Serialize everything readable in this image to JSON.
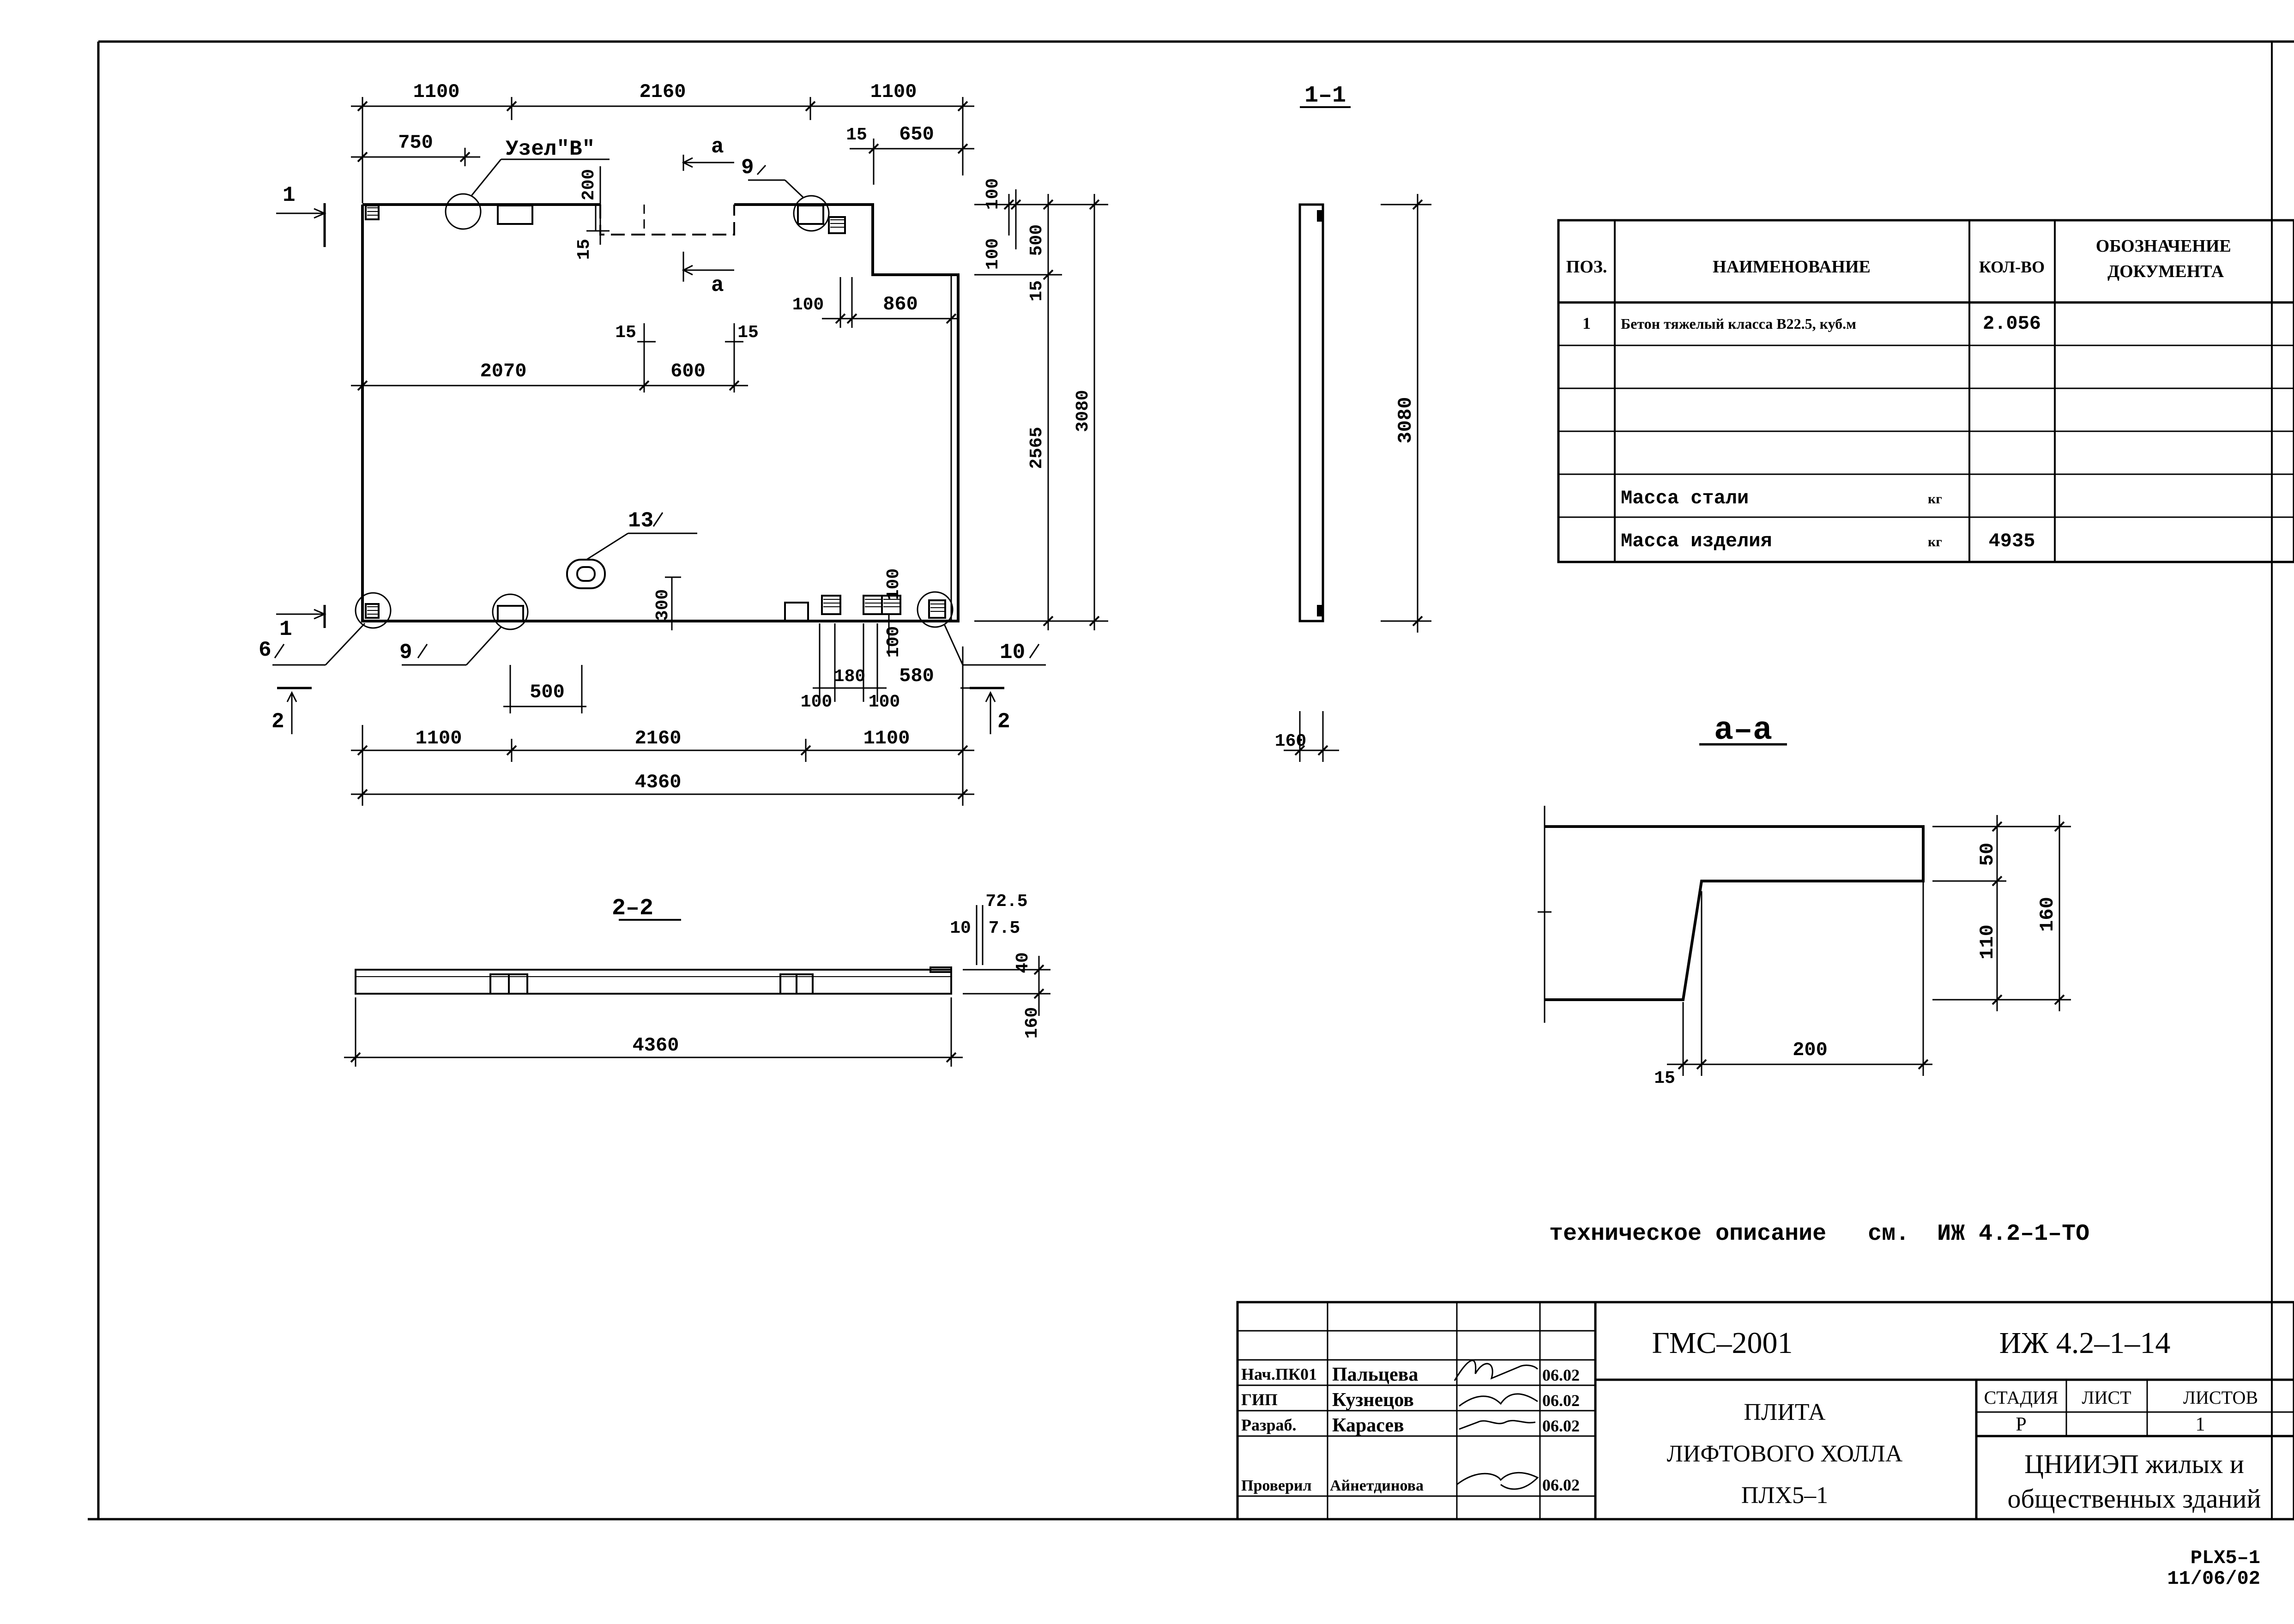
{
  "plan": {
    "dims_top_row1": [
      "1100",
      "2160",
      "1100"
    ],
    "dim_top_750": "750",
    "label_node_b": "Узел\"В\"",
    "section_a_top": "а",
    "section_a_bottom": "а",
    "dim_15_top": "15",
    "dim_650": "650",
    "dim_200": "200",
    "dim_15_left": "15",
    "dim_15_a": "15",
    "dim_15_b": "15",
    "dim_2070": "2070",
    "dim_600": "600",
    "dim_100_mid": "100",
    "dim_860": "860",
    "dim_right_100a": "100",
    "dim_right_100b": "100",
    "dim_right_500": "500",
    "dim_right_15": "15",
    "dim_right_2565": "2565",
    "dim_right_3080": "3080",
    "dim_300": "300",
    "dim_500_bottom": "500",
    "dim_180": "180",
    "dim_100_bl": "100",
    "dim_100_br": "100",
    "dim_580": "580",
    "dim_100_vert": "100",
    "dim_100_vert2": "100",
    "dims_bottom_row": [
      "1100",
      "2160",
      "1100"
    ],
    "dim_total": "4360",
    "cut_1_top": "1",
    "cut_1_bottom": "1",
    "cut_2_left": "2",
    "cut_2_right": "2",
    "pos_6": "6",
    "pos_9_top": "9",
    "pos_9_bottom": "9",
    "pos_10": "10",
    "pos_13": "13"
  },
  "section_22": {
    "title": "2–2",
    "dim_72_5": "72.5",
    "dim_10": "10",
    "dim_7_5": "7.5",
    "dim_40": "40",
    "dim_160": "160",
    "dim_length": "4360"
  },
  "section_11": {
    "title": "1–1",
    "dim_height": "3080",
    "dim_thickness": "160"
  },
  "section_aa": {
    "title": "а–а",
    "dim_50": "50",
    "dim_110": "110",
    "dim_160": "160",
    "dim_15": "15",
    "dim_200": "200"
  },
  "spec_table": {
    "headers": [
      "ПОЗ.",
      "НАИМЕНОВАНИЕ",
      "КОЛ-ВО",
      "ОБОЗНАЧЕНИЕ ДОКУМЕНТА"
    ],
    "rows": [
      {
        "pos": "1",
        "name": "Бетон тяжелый класса В22.5, куб.м",
        "unit": "",
        "qty": "2.056",
        "doc": ""
      },
      {
        "pos": "",
        "name": "",
        "unit": "",
        "qty": "",
        "doc": ""
      },
      {
        "pos": "",
        "name": "",
        "unit": "",
        "qty": "",
        "doc": ""
      },
      {
        "pos": "",
        "name": "",
        "unit": "",
        "qty": "",
        "doc": ""
      },
      {
        "pos": "",
        "name": "Масса стали",
        "unit": "кг",
        "qty": "",
        "doc": ""
      },
      {
        "pos": "",
        "name": "Масса изделия",
        "unit": "кг",
        "qty": "4935",
        "doc": ""
      }
    ]
  },
  "note": "техническое описание   см.  ИЖ 4.2–1–ТО",
  "title_block": {
    "project": "ГМС–2001",
    "doc_code": "ИЖ 4.2–1–14",
    "staff": [
      {
        "role": "Нач.ПК01",
        "name": "Пальцева",
        "date": "06.02"
      },
      {
        "role": "ГИП",
        "name": "Кузнецов",
        "date": "06.02"
      },
      {
        "role": "Разраб.",
        "name": "Карасев",
        "date": "06.02"
      },
      {
        "role": "Проверил",
        "name": "Айнетдинова",
        "date": "06.02"
      }
    ],
    "product_line1": "ПЛИТА",
    "product_line2": "ЛИФТОВОГО ХОЛЛА",
    "product_line3": "ПЛХ5–1",
    "stage_header": "СТАДИЯ",
    "sheet_header": "ЛИСТ",
    "sheets_header": "ЛИСТОВ",
    "stage": "Р",
    "sheet": "",
    "sheets": "1",
    "org_line1": "ЦНИИЭП жилых и",
    "org_line2": "общественных зданий"
  },
  "footer": {
    "code": "PLX5–1",
    "date": "11/06/02"
  }
}
